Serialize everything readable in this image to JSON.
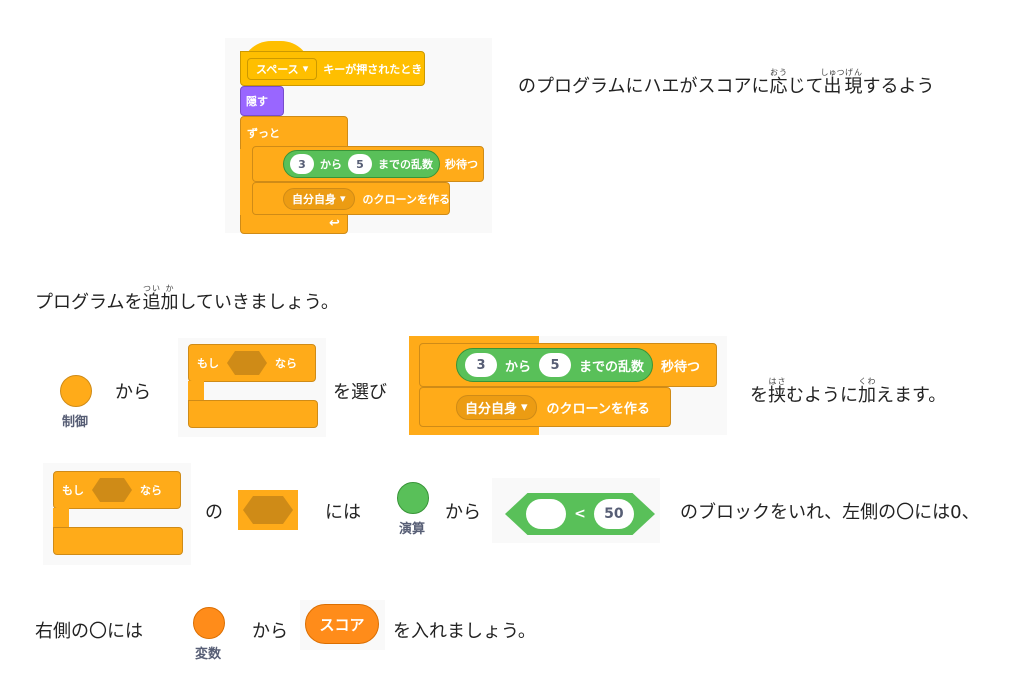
{
  "intro": {
    "pre": "のプログラムにハエがスコアに",
    "r1": {
      "base": "応",
      "ruby": "おう"
    },
    "mid": "じて",
    "r2": {
      "base": "出",
      "ruby": "しゅつ"
    },
    "r3": {
      "base": "現",
      "ruby": "げん"
    },
    "post": "するよう"
  },
  "line2": {
    "pre": "プログラムを",
    "r1": {
      "base": "追",
      "ruby": "つい"
    },
    "r2": {
      "base": "加",
      "ruby": "か"
    },
    "post": "していきましょう。"
  },
  "script1": {
    "key": "スペース",
    "hat_label": "キーが押されたとき",
    "hide": "隠す",
    "forever": "ずっと",
    "from": "3",
    "kara": "から",
    "to": "5",
    "random_label": "までの乱数",
    "wait_label": "秒待つ",
    "clone_target": "自分自身",
    "clone_label": "のクローンを作る"
  },
  "row3": {
    "category": "制御",
    "kara": "から",
    "if_label": "もし",
    "then_label": "なら",
    "erabi": "を選び",
    "wait_from": "3",
    "wait_kara": "から",
    "wait_to": "5",
    "wait_random": "までの乱数",
    "wait_label": "秒待つ",
    "clone_target": "自分自身",
    "clone_label": "のクローンを作る",
    "pre": "を",
    "r1": {
      "base": "挟",
      "ruby": "はさ"
    },
    "mid": "むように",
    "r2": {
      "base": "加",
      "ruby": "くわ"
    },
    "post": "えます。"
  },
  "row4": {
    "if_label": "もし",
    "then_label": "なら",
    "no": "の",
    "niwa": "には",
    "category": "演算",
    "kara": "から",
    "compare_op": "<",
    "compare_right": "50",
    "text": "のブロックをいれ、左側の〇には0、"
  },
  "row5": {
    "text": "右側の〇には",
    "category": "変数",
    "kara": "から",
    "reporter": "スコア",
    "post": "を入れましょう。"
  },
  "colors": {
    "control": "#ffab19",
    "operators": "#59c059",
    "variables": "#ff8c1a",
    "events": "#ffbf00",
    "looks": "#9966ff"
  }
}
